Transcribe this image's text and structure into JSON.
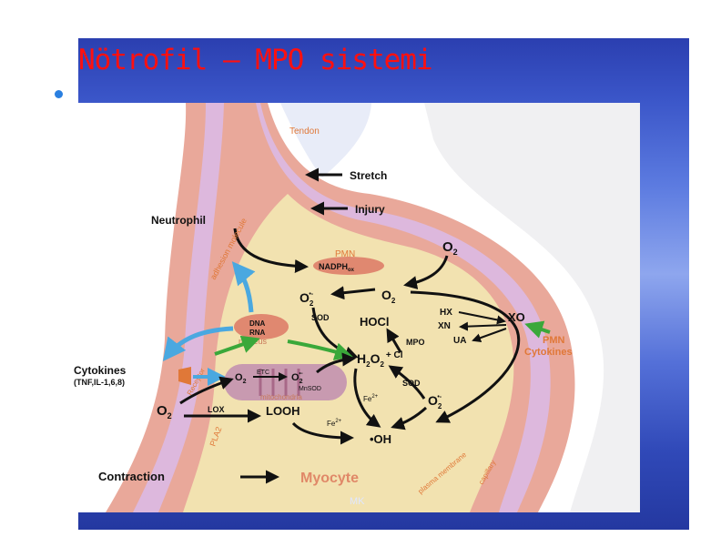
{
  "slide": {
    "title": "Nötrofil – MPO sistemi",
    "watermark": "MK"
  },
  "diagram": {
    "labels": {
      "tendon": "Tendon",
      "stretch": "Stretch",
      "injury": "Injury",
      "neutrophil": "Neutrophil",
      "adhesion_molecule": "adhesion molecule",
      "pmn_top": "PMN",
      "nadph": "NADPH",
      "nadph_sub": "ox",
      "o2_top": "O",
      "o2_sub": "2",
      "superoxide_left": "O",
      "superoxide_left_sub": "2",
      "superoxide_left_sup": "•-",
      "o2_mid": "O",
      "o2_mid_sub": "2",
      "hx": "HX",
      "xn": "XN",
      "ua": "UA",
      "xo": "XO",
      "pmn_right": "PMN",
      "cytokines_right": "Cytokines",
      "sod_left": "SOD",
      "hocl": "HOCl",
      "mpo": "MPO",
      "dna": "DNA",
      "rna": "RNA",
      "nucleus": "nucleus",
      "h2o2": "H",
      "h2o2_sub1": "2",
      "h2o2_o": "O",
      "h2o2_sub2": "2",
      "plus_cl": "+ Cl",
      "cytokines_left": "Cytokines",
      "cytokines_list": "(TNF,IL-1,6,8)",
      "receptor": "Receptor",
      "etc": "ETC",
      "o2_mito": "O",
      "o2_mito_sub": "2",
      "superoxide_mito": "O",
      "superoxide_mito_sub": "2",
      "superoxide_mito_sup": "•-",
      "mnsod": "MnSOD",
      "mitochondria": "mitochondria",
      "sod_right": "SOD",
      "superoxide_right": "O",
      "superoxide_right_sub": "2",
      "superoxide_right_sup": "•-",
      "fe_left": "Fe",
      "fe_left_sup": "2+",
      "o2_bottom": "O",
      "o2_bottom_sub": "2",
      "lox": "LOX",
      "looh": "LOOH",
      "fe_bottom": "Fe",
      "fe_bottom_sup": "2+",
      "oh": "•OH",
      "pla2": "PLA2",
      "contraction": "Contraction",
      "myocyte": "Myocyte",
      "plasma_membrane": "plasma membrane",
      "capillary": "capillary"
    },
    "colors": {
      "muscle_fill": "#e9a89a",
      "membrane_fill": "#ddb8dd",
      "cell_fill": "#f2e2b0",
      "tendon_fill": "#e8ecf8",
      "orange_text": "#e07838",
      "green_arrow": "#3aa83a",
      "blue_arrow": "#4aa8e0",
      "black": "#111111"
    }
  }
}
